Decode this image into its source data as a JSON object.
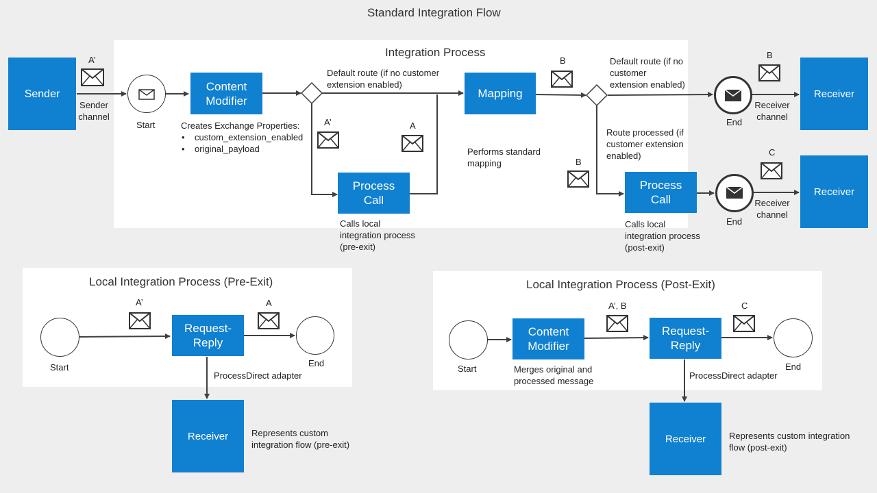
{
  "main": {
    "title": "Standard Integration Flow",
    "process_title": "Integration Process",
    "sender": "Sender",
    "sender_channel": "Sender\nchannel",
    "msg_sender": "A’",
    "start": "Start",
    "content_modifier": "Content\nModifier",
    "cm_note": "Creates Exchange Properties:",
    "cm_bullets": [
      "custom_extension_enabled",
      "original_payload"
    ],
    "default_route_1": "Default route (if no customer\nextension enabled)",
    "msg_pre_in": "A’",
    "msg_pre_out": "A",
    "process_call_1": "Process\nCall",
    "process_call_1_note": "Calls local\nintegration process\n(pre-exit)",
    "msg_mapping_in": "B",
    "mapping": "Mapping",
    "mapping_note": "Performs standard\nmapping",
    "default_route_2": "Default route (if no\ncustomer\nextension enabled)",
    "route_processed": "Route processed (if\ncustomer extension\nenabled)",
    "msg_post_in": "B",
    "process_call_2": "Process\nCall",
    "process_call_2_note": "Calls local\nintegration process\n(post-exit)",
    "end_1": "End",
    "end_2": "End",
    "msg_receiver_1": "B",
    "msg_receiver_2": "C",
    "receiver_channel_1": "Receiver\nchannel",
    "receiver_channel_2": "Receiver\nchannel",
    "receiver_1": "Receiver",
    "receiver_2": "Receiver"
  },
  "pre_exit": {
    "title": "Local Integration Process (Pre-Exit)",
    "start": "Start",
    "msg_in": "A’",
    "request_reply": "Request-\nReply",
    "msg_out": "A",
    "end": "End",
    "adapter": "ProcessDirect adapter",
    "receiver": "Receiver",
    "receiver_note": "Represents custom\nintegration flow (pre-exit)"
  },
  "post_exit": {
    "title": "Local Integration Process (Post-Exit)",
    "start": "Start",
    "content_modifier": "Content\nModifier",
    "cm_note": "Merges original and\nprocessed message",
    "msg_in": "A’, B",
    "request_reply": "Request-\nReply",
    "msg_out": "C",
    "end": "End",
    "adapter": "ProcessDirect adapter",
    "receiver": "Receiver",
    "receiver_note": "Represents custom integration\nflow (post-exit)"
  },
  "colors": {
    "box": "#1080d0",
    "background": "#eeeeee",
    "panel": "#ffffff",
    "line": "#404040"
  }
}
